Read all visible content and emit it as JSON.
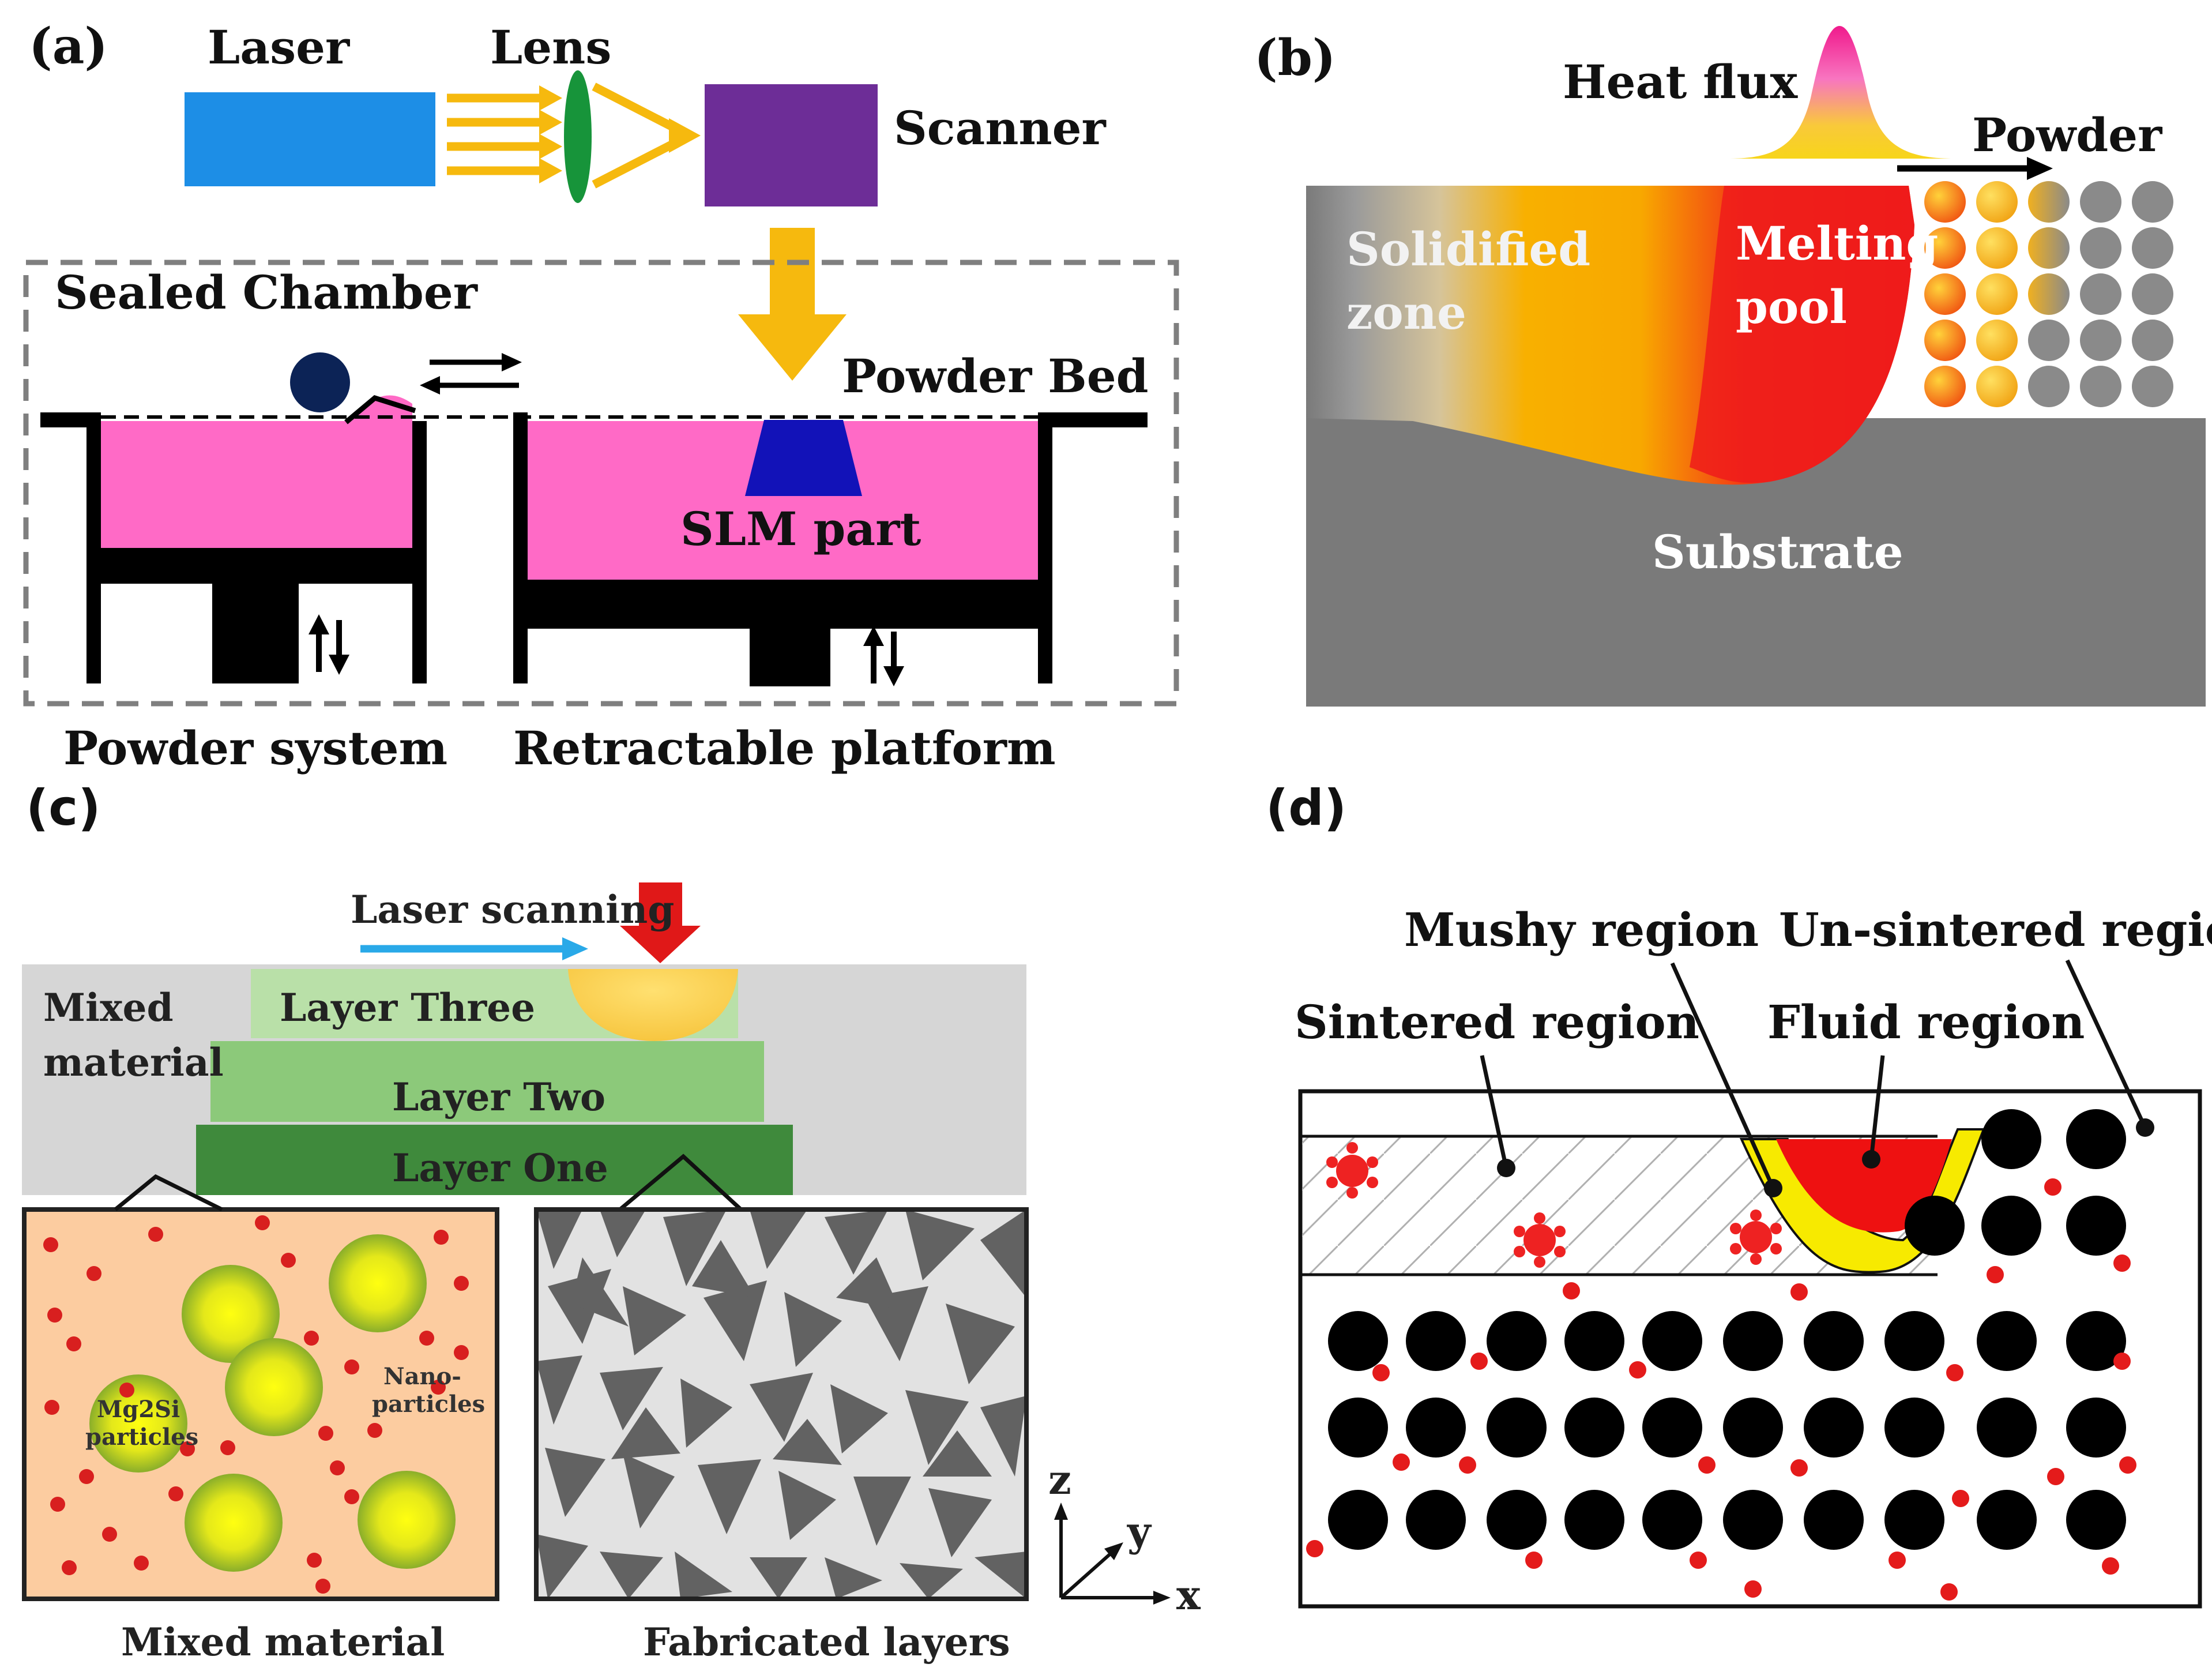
{
  "panel_a": {
    "tag": "(a)",
    "laser": "Laser",
    "lens": "Lens",
    "scanner": "Scanner",
    "sealed_chamber": "Sealed Chamber",
    "powder_bed": "Powder Bed",
    "slm_part": "SLM part",
    "powder_system": "Powder system",
    "retractable_platform": "Retractable platform",
    "colors": {
      "laser": "#1d8ee6",
      "scanner": "#6d2d97",
      "beam": "#f6b90e",
      "powder": "#ff6ac6",
      "part": "#1212b8",
      "lens": "#17943a"
    }
  },
  "panel_b": {
    "tag": "(b)",
    "heat_flux": "Heat flux",
    "powder": "Powder",
    "solidified": "Solidified",
    "zone": "zone",
    "melting": "Melting",
    "pool": "pool",
    "substrate": "Substrate",
    "colors": {
      "substrate": "#7a7a7a",
      "melt": "#ef1b1b",
      "hot": "#f8b000"
    }
  },
  "panel_c": {
    "tag": "(c)",
    "laser_scanning": "Laser scanning",
    "mixed_material_line1": "Mixed",
    "mixed_material_line2": "material",
    "layer_three": "Layer Three",
    "layer_two": "Layer Two",
    "layer_one": "Layer One",
    "mg2si_line1": "Mg2Si",
    "mg2si_line2": "particles",
    "nano_line1": "Nano-",
    "nano_line2": "particles",
    "axis_z": "z",
    "axis_y": "y",
    "axis_x": "x",
    "caption_left": "Mixed material",
    "caption_right": "Fabricated layers",
    "colors": {
      "box": "#fccca0",
      "layer1": "#3f8a3c",
      "layer2": "#8cc97a",
      "layer3": "#b9e0a8",
      "nano": "#d81f1f"
    }
  },
  "panel_d": {
    "tag": "(d)",
    "mushy_region": "Mushy region",
    "unsintered_region": "Un-sintered region",
    "sintered_region": "Sintered region",
    "fluid_region": "Fluid region",
    "colors": {
      "fluid": "#ee1111",
      "mushy": "#f7ea00",
      "particle": "#000000",
      "nano": "#e41b1b"
    }
  }
}
